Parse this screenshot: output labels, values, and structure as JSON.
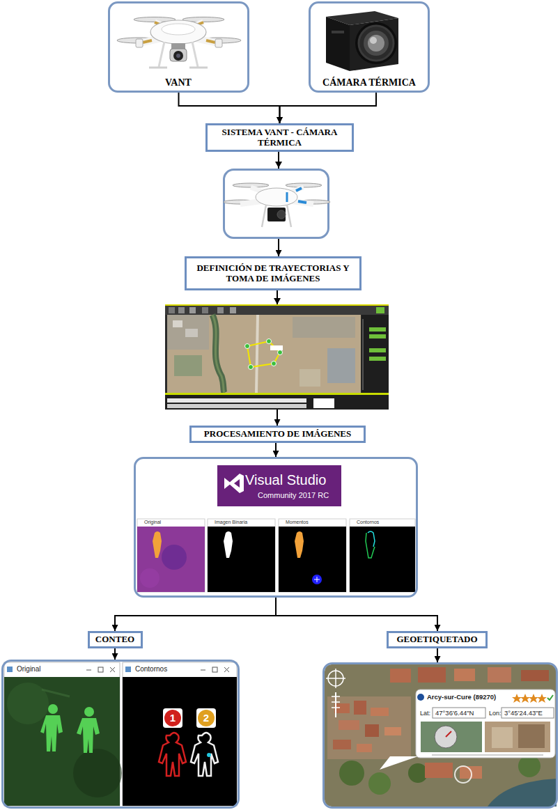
{
  "diagram": {
    "nodes": [
      {
        "text": [
          "VANT"
        ]
      },
      {
        "text": [
          "CÁMARA TÉRMICA"
        ]
      },
      {
        "text": [
          "SISTEMA VANT - CÁMARA TÉRMICA"
        ]
      },
      {
        "text": [
          "DEFINICIÓN DE TRAYECTORIAS Y TOMA DE IMÁGENES"
        ]
      },
      {
        "text": [
          "PROCESAMIENTO DE IMÁGENES"
        ]
      },
      {
        "text": [
          "Original",
          "Imagen Binaria",
          "Momentos",
          "Contornos"
        ]
      },
      {
        "text": [
          "Visual Studio",
          "Community 2017 RC"
        ],
        "in": 5
      },
      {
        "text": [
          "CONTEO"
        ]
      },
      {
        "text": [
          "GEOETIQUETADO"
        ]
      },
      {
        "text": [
          "Original",
          "Contornos",
          "1",
          "2"
        ]
      },
      {
        "text": [
          "Arcy-sur-Cure (89270)",
          "Lat:",
          "47°36'6.44\"N",
          "Lon:",
          "3°45'24.43\"E"
        ]
      }
    ],
    "edges": [
      {
        "from": 0,
        "to": 2,
        "arrow": "to"
      },
      {
        "from": 1,
        "to": 2,
        "arrow": "to"
      },
      {
        "from": 2,
        "to": 3,
        "arrow": "to"
      },
      {
        "from": 3,
        "to": 4,
        "arrow": "to"
      },
      {
        "from": 4,
        "to": 5,
        "arrow": "to"
      },
      {
        "from": 5,
        "to": 7,
        "arrow": "to"
      },
      {
        "from": 5,
        "to": 8,
        "arrow": "to"
      },
      {
        "from": 7,
        "to": 9,
        "arrow": "to"
      },
      {
        "from": 8,
        "to": 10,
        "arrow": "to"
      }
    ]
  }
}
